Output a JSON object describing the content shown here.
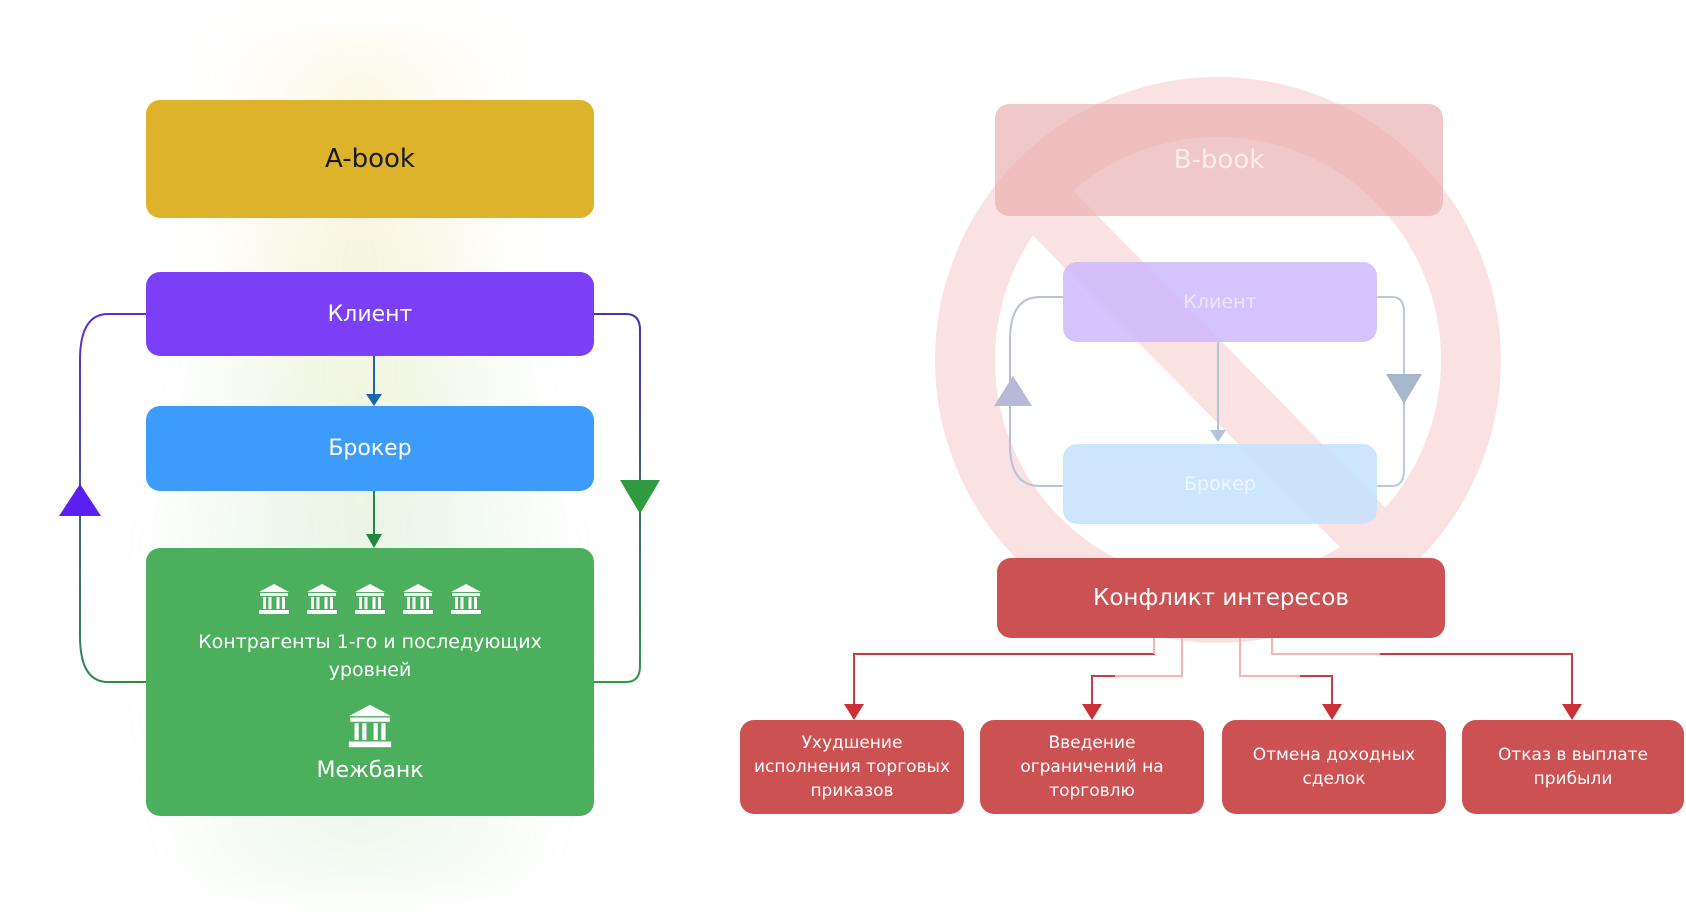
{
  "left": {
    "abook_label": "A-book",
    "client_label": "Клиент",
    "broker_label": "Брокер",
    "counterparties_label": "Контрагенты 1-го и последующих уровней",
    "interbank_label": "Межбанк",
    "bank_icon_count": 5
  },
  "right": {
    "bbook_label": "B-book",
    "client_label": "Клиент",
    "broker_label": "Брокер",
    "conflict_label": "Конфликт интересов",
    "outcomes": [
      "Ухудшение исполнения торговых приказов",
      "Введение ограничений на торговлю",
      "Отмена доходных сделок",
      "Отказ в выплате прибыли"
    ]
  },
  "colors": {
    "abook": "#dcb32b",
    "client": "#7a3ff7",
    "broker": "#3d9cfb",
    "interbank": "#4caf5d",
    "bbook": "#f0c5c6",
    "client_faded": "#d6c5fc",
    "broker_faded": "#cbe6fd",
    "conflict": "#cb5152",
    "prohibit": "#fbe2e2"
  }
}
